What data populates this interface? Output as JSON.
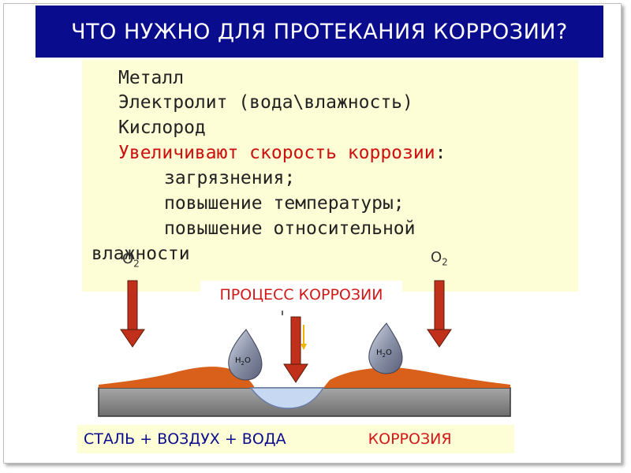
{
  "title": "ЧТО НУЖНО ДЛЯ ПРОТЕКАНИЯ КОРРОЗИИ?",
  "conditions": [
    "Металл",
    "Электролит (вода\\влажность)",
    "Кислород"
  ],
  "accelerators_heading": "Увеличивают скорость коррозии:",
  "accelerators_colon": ":",
  "accelerators": [
    "загрязнения;",
    "повышение температуры;",
    "повышение  относительной"
  ],
  "accelerators_wrap": "влажности",
  "diagram": {
    "process_label": "ПРОЦЕСС КОРРОЗИИ",
    "oxygen_left": "O",
    "oxygen_right": "O",
    "oxygen_subscript": "2",
    "water_label": "H",
    "water_subscript_h": "2",
    "water_label_o": "O"
  },
  "equation": {
    "left": "СТАЛЬ + ВОЗДУХ + ВОДА",
    "right": "КОРРОЗИЯ"
  },
  "colors": {
    "title_bg": "#0a0c8e",
    "panel_bg": "#fdfdd6",
    "accent_red": "#cc1010",
    "arrow_red": "#c0301a",
    "rust": "#d9601a",
    "steel": "#8c8c8c"
  }
}
